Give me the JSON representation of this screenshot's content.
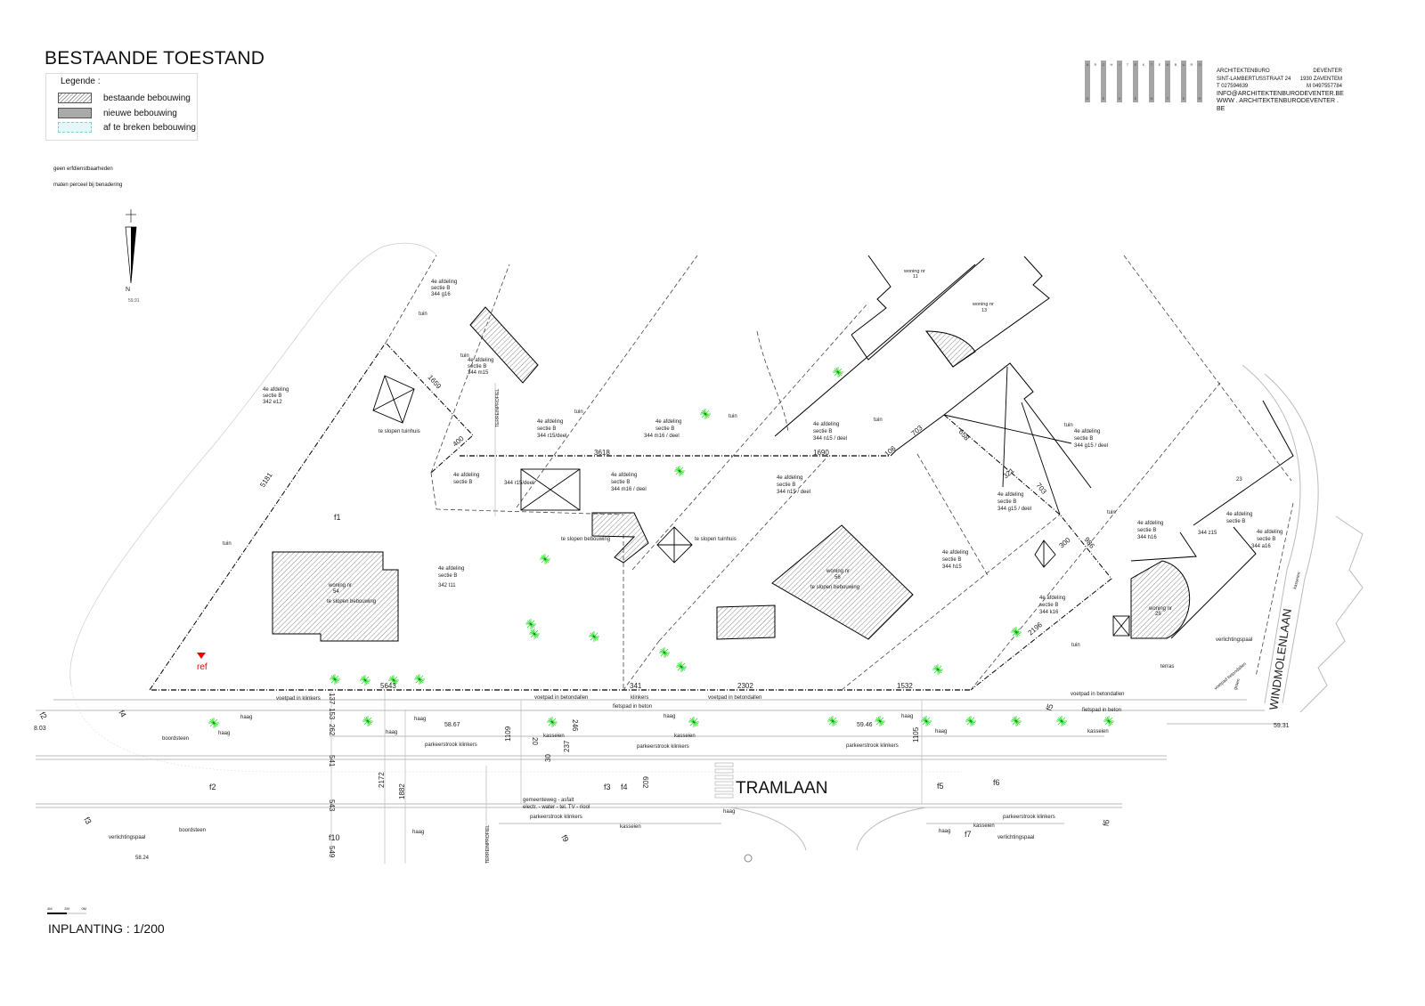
{
  "header": {
    "title": "BESTAANDE TOESTAND",
    "legend": {
      "title": "Legende :",
      "items": [
        "bestaande bebouwing",
        "nieuwe bebouwing",
        "af te breken bebouwing"
      ]
    },
    "notes": [
      "geen  erfdienstbaarheden",
      "maten perceel bij benadering"
    ]
  },
  "office": {
    "logo_top": [
      "A",
      "R",
      "C",
      "H",
      "I",
      "T",
      "E",
      "K",
      "T",
      "E",
      "N",
      "B",
      "U",
      "R",
      "O"
    ],
    "logo_bottom": [
      "D",
      "E",
      "V",
      "E",
      "N",
      "T",
      "E",
      "R"
    ],
    "name_left": "ARCHITEKTENBURO",
    "name_right": "DEVENTER",
    "street": "SINT-LAMBERTUSSTRAAT 24",
    "city": "1930 ZAVENTEM",
    "phone": "T 027594639",
    "mobile": "M 0497557784",
    "email": "INFO@ARCHITEKTENBURODEVENTER.BE",
    "web": "WWW . ARCHITEKTENBURODEVENTER . BE"
  },
  "north": {
    "label": "N",
    "elevation": "59.91"
  },
  "plan": {
    "parcels": [
      {
        "lines": [
          "4e afdeling",
          "sectie B",
          "344 g16"
        ]
      },
      {
        "lines": [
          "4e afdeling",
          "sectie B",
          "342 e12"
        ]
      },
      {
        "lines": [
          "4e afdeling",
          "sectie B",
          "344 m15"
        ]
      },
      {
        "lines": [
          "4e afdeling",
          "sectie B",
          "344 r15/deel"
        ]
      },
      {
        "lines": [
          "4e afdeling",
          "sectie B",
          "344 m16 / deel"
        ]
      },
      {
        "lines": [
          "4e afdeling",
          "sectie B",
          "344 n15 / deel"
        ]
      },
      {
        "lines": [
          "4e afdeling",
          "sectie B",
          "344 g15 / deel"
        ]
      },
      {
        "lines": [
          "4e afdeling",
          "sectie B"
        ]
      },
      {
        "lines": [
          "344 r15/deel"
        ]
      },
      {
        "lines": [
          "4e afdeling",
          "sectie B",
          "344 m16 / deel"
        ]
      },
      {
        "lines": [
          "4e afdeling",
          "sectie B",
          "344 n15 / deel"
        ]
      },
      {
        "lines": [
          "4e afdeling",
          "sectie B",
          "344 g15 / deel"
        ]
      },
      {
        "lines": [
          "4e afdeling",
          "sectie B",
          "342 t11"
        ]
      },
      {
        "lines": [
          "4e afdeling",
          "sectie B",
          "344 h15"
        ]
      },
      {
        "lines": [
          "4e afdeling",
          "sectie B",
          "344 k16"
        ]
      },
      {
        "lines": [
          "4e afdeling",
          "sectie B",
          "344 h16"
        ]
      },
      {
        "lines": [
          "344 z15"
        ]
      },
      {
        "lines": [
          "4e afdeling",
          "sectie B"
        ]
      },
      {
        "lines": [
          "4e afdeling",
          "sectie B",
          "344 a16"
        ]
      }
    ],
    "buildings": [
      {
        "lines": [
          "woning nr",
          "11"
        ]
      },
      {
        "lines": [
          "woning nr",
          "13"
        ]
      },
      {
        "lines": [
          "woning nr",
          "54",
          "te slopen bebouwing"
        ]
      },
      {
        "lines": [
          "woning nr",
          "56",
          "te slopen bebouwing"
        ]
      },
      {
        "lines": [
          "woning nr",
          "25"
        ]
      },
      {
        "lines": [
          "te slopen tuinhuis"
        ]
      },
      {
        "lines": [
          "te slopen bebouwing"
        ]
      },
      {
        "lines": [
          "te slopen tuinhuis"
        ]
      }
    ],
    "areas": [
      "tuin",
      "tuin",
      "tuin",
      "tuin",
      "tuin",
      "tuin",
      "tuin",
      "tuin",
      "tuin",
      "terras",
      "23"
    ],
    "dimensions": [
      "1659",
      "400",
      "5181",
      "3618",
      "1690",
      "106",
      "703",
      "658",
      "321",
      "703",
      "300",
      "986",
      "2196",
      "5643",
      "341",
      "2302",
      "1532"
    ],
    "vertical_dims": [
      "137",
      "153",
      "262",
      "541",
      "543",
      "549",
      "2172",
      "1882",
      "1109",
      "20",
      "246",
      "237",
      "30",
      "602",
      "1105"
    ],
    "street_labels": [
      "voetpad in klinkers",
      "voetpad in betondallen",
      "klinkers",
      "voetpad in betondallen",
      "fietspad in beton",
      "voetpad in betondallen",
      "fietspad in beton",
      "haag",
      "haag",
      "boordsteen",
      "haag",
      "haag",
      "parkeerstrook klinkers",
      "kasseien",
      "haag",
      "kasseien",
      "parkeerstrook klinkers",
      "haag",
      "haag",
      "parkeerstrook klinkers",
      "kasseien",
      "gemeenteweg - asfalt",
      "electr. - water - tel. TV - riool",
      "parkeerstrook klinkers",
      "kasseien",
      "haag",
      "boordsteen",
      "verlichtingspaal",
      "haag",
      "parkeerstrook klinkers",
      "kasseien",
      "haag",
      "verlichtingspaal",
      "verlichtingspaal",
      "kasseien",
      "voetpad betondallen",
      "groen"
    ],
    "streets": {
      "main": "TRAMLAAN",
      "side": "WINDMOLENLAAN"
    },
    "profile_label": "TERREINPROFIEL",
    "reference": "ref",
    "photo_markers": [
      "f1",
      "f2",
      "f4",
      "f5",
      "f2",
      "f3",
      "f4",
      "f5",
      "f6",
      "f3",
      "f9",
      "f10",
      "f7",
      "f6"
    ],
    "elevations": [
      "8.03",
      "58.67",
      "59.46",
      "59.31",
      "58.24"
    ]
  },
  "colors": {
    "tree": "#22dd22",
    "reference": "#ee0000",
    "hatch": "#888888"
  },
  "footer": {
    "scale_title": "INPLANTING : 1/200",
    "scalebar": [
      "4M",
      "2M",
      "0M"
    ]
  }
}
